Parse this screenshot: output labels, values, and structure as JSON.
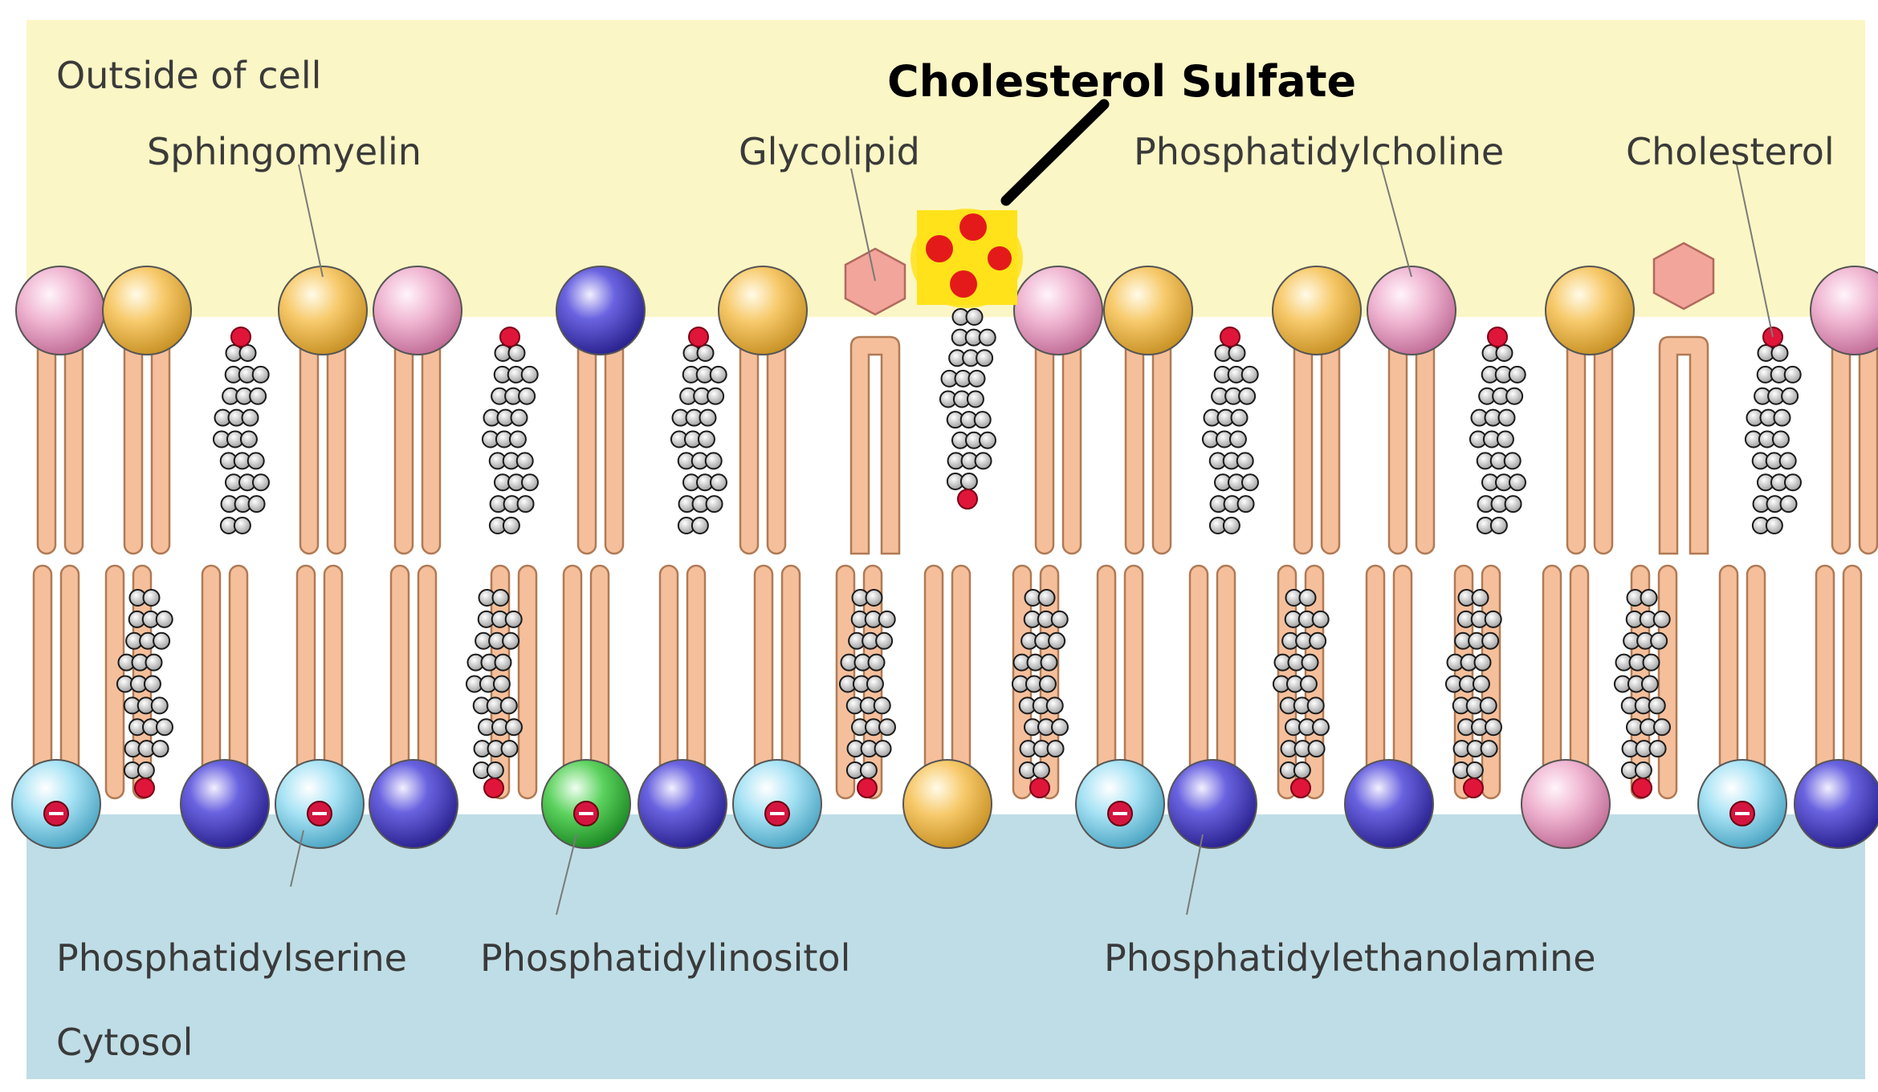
{
  "regions": {
    "outside": "Outside of cell",
    "inside": "Cytosol"
  },
  "labels": {
    "sphingomyelin": "Sphingomyelin",
    "glycolipid": "Glycolipid",
    "cholesterol_sulfate": "Cholesterol Sulfate",
    "phosphatidylcholine": "Phosphatidylcholine",
    "cholesterol": "Cholesterol",
    "phosphatidylserine": "Phosphatidylserine",
    "phosphatidylinositol": "Phosphatidylinositol",
    "phosphatidylethanolamine": "Phosphatidylethanolamine"
  },
  "colors": {
    "outside_bg": "#fbf6c5",
    "cytosol_bg": "#bfdde6",
    "tail": "#f5bf9b",
    "sphingomyelin_head": "#f7c96a",
    "phosphatidylcholine_head": "#f0b6d2",
    "phosphatidylethanolamine_head": "#6a63e0",
    "phosphatidylserine_head": "#a8e3f5",
    "phosphatidylinositol_head": "#5cd25e",
    "glycolipid_head": "#f2a59b",
    "cholesterol_oh": "#e0153a",
    "sulfate_yellow": "#ffe21a",
    "sulfate_red": "#e41a1a",
    "negative_charge": "#d41540"
  },
  "icons": {
    "negative_charge": "minus-charge-icon",
    "cholesterol": "space-filling-steroid-icon",
    "cholesterol_sulfate": "sulfate-dot-cluster-icon"
  }
}
